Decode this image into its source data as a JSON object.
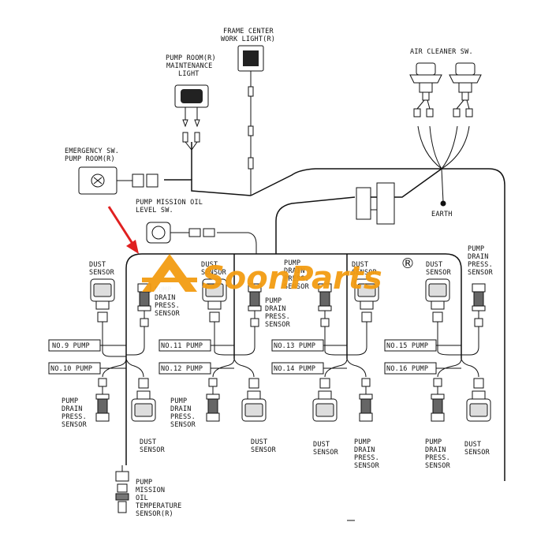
{
  "labels": {
    "frame_center": [
      "FRAME CENTER",
      "WORK LIGHT(R)"
    ],
    "pump_room_light": [
      "PUMP ROOM(R)",
      "MAINTENANCE",
      "LIGHT"
    ],
    "air_cleaner": [
      "AIR CLEANER SW."
    ],
    "emergency_sw": [
      "EMERGENCY SW.",
      "PUMP ROOM(R)"
    ],
    "earth": [
      "EARTH"
    ],
    "mission_oil_level": [
      "PUMP MISSION OIL",
      "LEVEL SW."
    ],
    "mission_oil_temp": [
      "PUMP",
      "MISSION",
      "OIL",
      "TEMPERATURE",
      "SENSOR(R)"
    ]
  },
  "pumps": {
    "no9": "NO.9 PUMP",
    "no10": "NO.10 PUMP",
    "no11": "NO.11 PUMP",
    "no12": "NO.12 PUMP",
    "no13": "NO.13 PUMP",
    "no14": "NO.14 PUMP",
    "no15": "NO.15 PUMP",
    "no16": "NO.16 PUMP"
  },
  "sensor_labels": {
    "dust": [
      "DUST",
      "SENSOR"
    ],
    "drain": [
      "PUMP",
      "DRAIN",
      "PRESS.",
      "SENSOR"
    ]
  },
  "watermark": {
    "text": "SoonParts",
    "registered": "®",
    "color": "#f39c12"
  }
}
